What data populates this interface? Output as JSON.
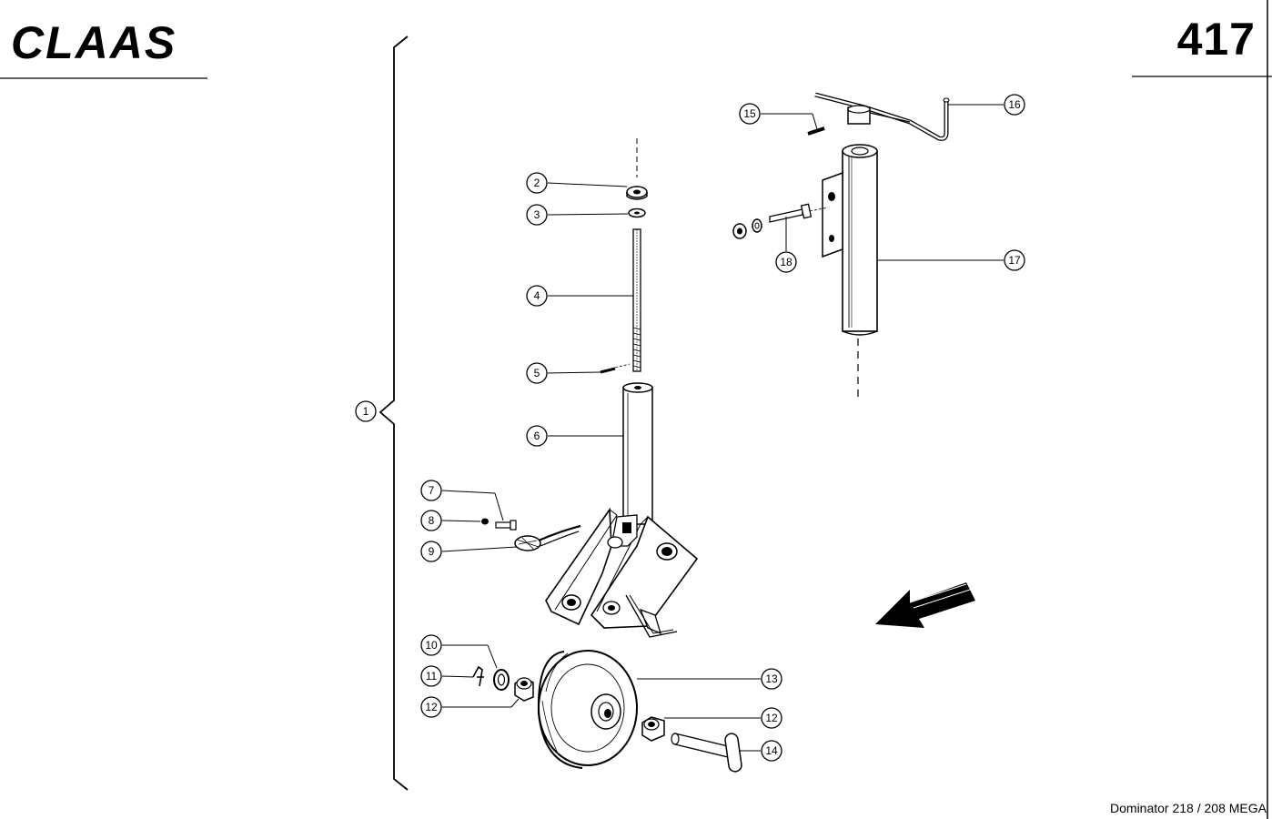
{
  "header": {
    "brand": "CLAAS",
    "page_number": "417"
  },
  "footer": {
    "model": "Dominator 218 / 208 MEGA"
  },
  "callouts": [
    "1",
    "2",
    "3",
    "4",
    "5",
    "6",
    "7",
    "8",
    "9",
    "10",
    "11",
    "12",
    "13",
    "12",
    "14",
    "15",
    "16",
    "17",
    "18"
  ]
}
